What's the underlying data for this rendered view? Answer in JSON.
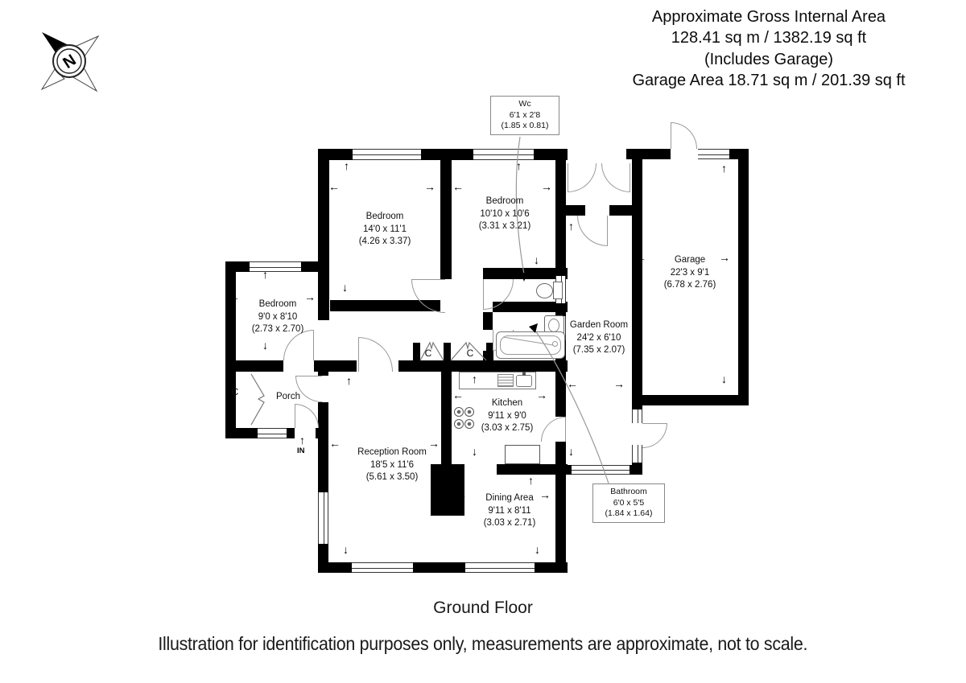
{
  "header": {
    "line1": "Approximate Gross Internal Area",
    "line2": "128.41 sq m / 1382.19 sq ft",
    "line3": "(Includes Garage)",
    "line4": "Garage Area 18.71 sq m / 201.39 sq ft"
  },
  "footer": {
    "floor_label": "Ground Floor",
    "disclaimer": "Illustration for identification purposes only, measurements are approximate, not to scale."
  },
  "compass": {
    "letter": "N"
  },
  "rooms": {
    "bedroom1": {
      "name": "Bedroom",
      "dims_ft": "14'0 x 11'1",
      "dims_m": "(4.26 x 3.37)"
    },
    "bedroom2": {
      "name": "Bedroom",
      "dims_ft": "10'10 x 10'6",
      "dims_m": "(3.31 x 3.21)"
    },
    "bedroom3": {
      "name": "Bedroom",
      "dims_ft": "9'0 x 8'10",
      "dims_m": "(2.73 x 2.70)"
    },
    "garage": {
      "name": "Garage",
      "dims_ft": "22'3 x 9'1",
      "dims_m": "(6.78 x 2.76)"
    },
    "garden_room": {
      "name": "Garden Room",
      "dims_ft": "24'2 x 6'10",
      "dims_m": "(7.35 x 2.07)"
    },
    "kitchen": {
      "name": "Kitchen",
      "dims_ft": "9'11 x 9'0",
      "dims_m": "(3.03 x 2.75)"
    },
    "reception": {
      "name": "Reception Room",
      "dims_ft": "18'5 x 11'6",
      "dims_m": "(5.61 x 3.50)"
    },
    "dining": {
      "name": "Dining Area",
      "dims_ft": "9'11 x 8'11",
      "dims_m": "(3.03 x 2.71)"
    },
    "porch": {
      "name": "Porch"
    },
    "wc": {
      "name": "Wc",
      "dims_ft": "6'1 x 2'8",
      "dims_m": "(1.85 x 0.81)"
    },
    "bathroom": {
      "name": "Bathroom",
      "dims_ft": "6'0 x 5'5",
      "dims_m": "(1.84 x 1.64)"
    }
  },
  "labels": {
    "closet": "C",
    "entrance": "IN"
  },
  "icons": {
    "arrow_up": "↑",
    "arrow_down": "↓",
    "arrow_left": "←",
    "arrow_right": "→"
  },
  "colors": {
    "wall": "#000000",
    "thin_line": "#888888",
    "text": "#1a1a1a",
    "background": "#ffffff"
  }
}
